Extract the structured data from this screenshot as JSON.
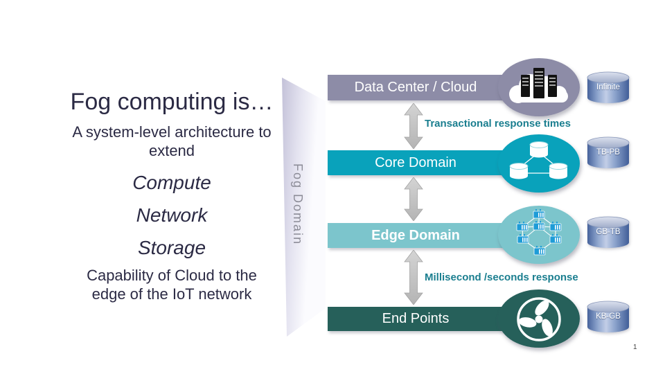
{
  "slide": {
    "page_number": "1",
    "fog_domain_label": "Fog Domain",
    "left_panel": {
      "title": "Fog computing is…",
      "subtitle": "A system-level architecture to extend",
      "keywords": [
        "Compute",
        "Network",
        "Storage"
      ],
      "capability": "Capability of Cloud to the edge of the IoT network"
    },
    "diagram": {
      "layers": [
        {
          "label": "Data Center / Cloud",
          "capacity": "Infinite",
          "icon": "cloud-servers-icon",
          "color": "#8D8CA7"
        },
        {
          "label": "Core Domain",
          "capacity": "TB-PB",
          "icon": "database-cluster-icon",
          "color": "#09A2BB"
        },
        {
          "label": "Edge Domain",
          "capacity": "GB-TB",
          "icon": "mesh-network-icon",
          "color": "#7CC5CC"
        },
        {
          "label": "End Points",
          "capacity": "KB-GB",
          "icon": "fan-icon",
          "color": "#26605A"
        }
      ],
      "connections": [
        {
          "label": "Transactional response times"
        },
        {
          "label": "Millisecond /seconds response"
        }
      ]
    },
    "colors": {
      "heading_text": "#2B2A44",
      "response_label": "#1A7E8F",
      "fog_label_text": "#8C8C97",
      "arrow_gray": "#BEBEBE",
      "cylinder_blue": "#46629B",
      "edge_node_blue": "#1E9CD7"
    }
  }
}
